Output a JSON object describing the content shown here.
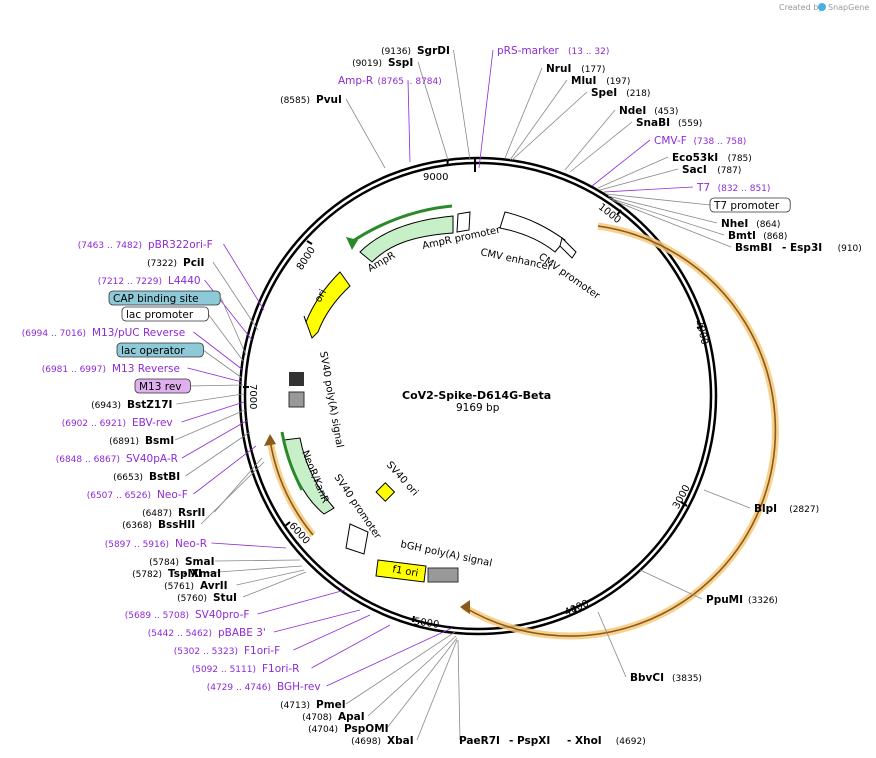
{
  "header": {
    "created_by": "Created by",
    "brand": "SnapGene"
  },
  "plasmid": {
    "name": "CoV2-Spike-D614G-Beta",
    "size": "9169 bp",
    "length": 9169
  },
  "ticks": [
    "1000",
    "2000",
    "3000",
    "4000",
    "5000",
    "6000",
    "7000",
    "8000",
    "9000"
  ],
  "features": [
    {
      "name": "AmpR promoter"
    },
    {
      "name": "AmpR"
    },
    {
      "name": "ori"
    },
    {
      "name": "CMV enhancer"
    },
    {
      "name": "CMV promoter"
    },
    {
      "name": "SV40 poly(A) signal"
    },
    {
      "name": "NeoR/KanR"
    },
    {
      "name": "SV40 promoter"
    },
    {
      "name": "SV40 ori"
    },
    {
      "name": "bGH poly(A) signal"
    },
    {
      "name": "f1 ori"
    }
  ],
  "labels": [
    {
      "text": "SgrDI",
      "pos": "(9136)",
      "color": "black"
    },
    {
      "text": "SspI",
      "pos": "(9019)",
      "color": "black"
    },
    {
      "text": "Amp-R",
      "pos": "(8765 .. 8784)",
      "color": "purple"
    },
    {
      "text": "PvuI",
      "pos": "(8585)",
      "color": "black"
    },
    {
      "text": "pRS-marker",
      "pos": "(13 .. 32)",
      "color": "purple"
    },
    {
      "text": "NruI",
      "pos": "(177)",
      "color": "black"
    },
    {
      "text": "MluI",
      "pos": "(197)",
      "color": "black"
    },
    {
      "text": "SpeI",
      "pos": "(218)",
      "color": "black"
    },
    {
      "text": "NdeI",
      "pos": "(453)",
      "color": "black"
    },
    {
      "text": "SnaBI",
      "pos": "(559)",
      "color": "black"
    },
    {
      "text": "CMV-F",
      "pos": "(738 .. 758)",
      "color": "purple"
    },
    {
      "text": "Eco53kI",
      "pos": "(785)",
      "color": "black"
    },
    {
      "text": "SacI",
      "pos": "(787)",
      "color": "black"
    },
    {
      "text": "T7",
      "pos": "(832 .. 851)",
      "color": "purple"
    },
    {
      "text": "T7 promoter",
      "pos": "",
      "color": "box"
    },
    {
      "text": "NheI",
      "pos": "(864)",
      "color": "black"
    },
    {
      "text": "BmtI",
      "pos": "(868)",
      "color": "black"
    },
    {
      "text": "BsmBI",
      "pos": "",
      "color": "black"
    },
    {
      "text": "- Esp3I",
      "pos": "(910)",
      "color": "black"
    },
    {
      "text": "BlpI",
      "pos": "(2827)",
      "color": "black"
    },
    {
      "text": "PpuMI",
      "pos": "(3326)",
      "color": "black"
    },
    {
      "text": "BbvCI",
      "pos": "(3835)",
      "color": "black"
    },
    {
      "text": "pBR322ori-F",
      "pos": "(7463 .. 7482)",
      "color": "purple"
    },
    {
      "text": "PciI",
      "pos": "(7322)",
      "color": "black"
    },
    {
      "text": "L4440",
      "pos": "(7212 .. 7229)",
      "color": "purple"
    },
    {
      "text": "CAP binding site",
      "pos": "",
      "color": "box"
    },
    {
      "text": "lac promoter",
      "pos": "",
      "color": "box"
    },
    {
      "text": "M13/pUC Reverse",
      "pos": "(6994 .. 7016)",
      "color": "purple"
    },
    {
      "text": "lac operator",
      "pos": "",
      "color": "box"
    },
    {
      "text": "M13 Reverse",
      "pos": "(6981 .. 6997)",
      "color": "purple"
    },
    {
      "text": "M13 rev",
      "pos": "",
      "color": "box"
    },
    {
      "text": "BstZ17I",
      "pos": "(6943)",
      "color": "black"
    },
    {
      "text": "EBV-rev",
      "pos": "(6902 .. 6921)",
      "color": "purple"
    },
    {
      "text": "BsmI",
      "pos": "(6891)",
      "color": "black"
    },
    {
      "text": "SV40pA-R",
      "pos": "(6848 .. 6867)",
      "color": "purple"
    },
    {
      "text": "BstBI",
      "pos": "(6653)",
      "color": "black"
    },
    {
      "text": "Neo-F",
      "pos": "(6507 .. 6526)",
      "color": "purple"
    },
    {
      "text": "RsrII",
      "pos": "(6487)",
      "color": "black"
    },
    {
      "text": "BssHII",
      "pos": "(6368)",
      "color": "black"
    },
    {
      "text": "Neo-R",
      "pos": "(5897 .. 5916)",
      "color": "purple"
    },
    {
      "text": "SmaI",
      "pos": "(5784)",
      "color": "black"
    },
    {
      "text": "TspMI",
      "pos": "(5782)",
      "color": "black"
    },
    {
      "text": "- XmaI",
      "pos": "",
      "color": "black"
    },
    {
      "text": "AvrII",
      "pos": "(5761)",
      "color": "black"
    },
    {
      "text": "StuI",
      "pos": "(5760)",
      "color": "black"
    },
    {
      "text": "SV40pro-F",
      "pos": "(5689 .. 5708)",
      "color": "purple"
    },
    {
      "text": "pBABE 3'",
      "pos": "(5442 .. 5462)",
      "color": "purple"
    },
    {
      "text": "F1ori-F",
      "pos": "(5302 .. 5323)",
      "color": "purple"
    },
    {
      "text": "F1ori-R",
      "pos": "(5092 .. 5111)",
      "color": "purple"
    },
    {
      "text": "BGH-rev",
      "pos": "(4729 .. 4746)",
      "color": "purple"
    },
    {
      "text": "PmeI",
      "pos": "(4713)",
      "color": "black"
    },
    {
      "text": "ApaI",
      "pos": "(4708)",
      "color": "black"
    },
    {
      "text": "PspOMI",
      "pos": "(4704)",
      "color": "black"
    },
    {
      "text": "XbaI",
      "pos": "(4698)",
      "color": "black"
    },
    {
      "text": "PaeR7I",
      "pos": "",
      "color": "black"
    },
    {
      "text": "- PspXI",
      "pos": "",
      "color": "black"
    },
    {
      "text": "- XhoI",
      "pos": "(4692)",
      "color": "black"
    }
  ]
}
